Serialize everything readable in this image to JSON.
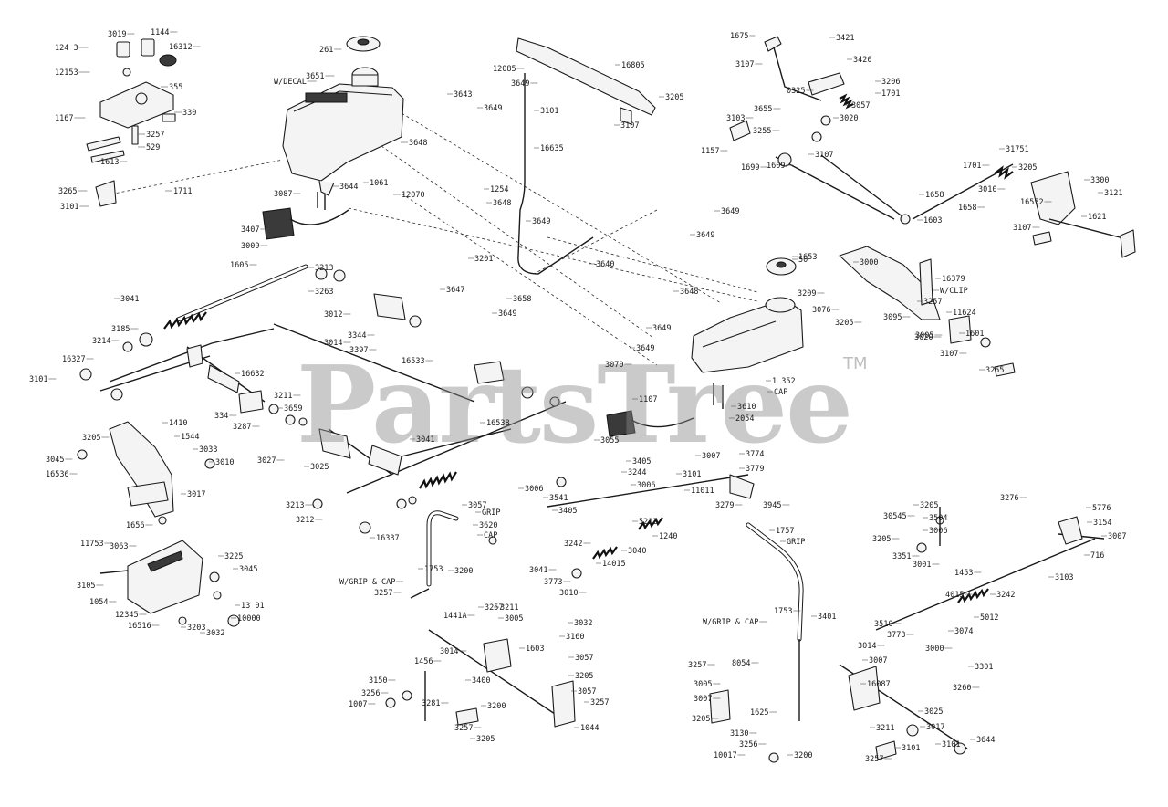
{
  "watermark": {
    "text": "PartsTree",
    "tm": "TM"
  },
  "labels": [
    {
      "id": "l1",
      "text": "3019"
    },
    {
      "id": "l2",
      "text": "1144"
    },
    {
      "id": "l3",
      "text": "124 3"
    },
    {
      "id": "l4",
      "text": "16312"
    },
    {
      "id": "l5",
      "text": "12153"
    },
    {
      "id": "l6",
      "text": "355"
    },
    {
      "id": "l7",
      "text": "1167"
    },
    {
      "id": "l8",
      "text": "330"
    },
    {
      "id": "l9",
      "text": "3257"
    },
    {
      "id": "l10",
      "text": "529"
    },
    {
      "id": "l11",
      "text": "1613"
    },
    {
      "id": "l12",
      "text": "3265"
    },
    {
      "id": "l13",
      "text": "3101"
    },
    {
      "id": "l14",
      "text": "1711"
    },
    {
      "id": "l15",
      "text": "261"
    },
    {
      "id": "l16",
      "text": "W/DECAL"
    },
    {
      "id": "l17",
      "text": "3651"
    },
    {
      "id": "l18",
      "text": "3644"
    },
    {
      "id": "l19",
      "text": "1061"
    },
    {
      "id": "l20",
      "text": "3087"
    },
    {
      "id": "l21",
      "text": "12070"
    },
    {
      "id": "l22",
      "text": "3407"
    },
    {
      "id": "l23",
      "text": "3009"
    },
    {
      "id": "l24",
      "text": "12085"
    },
    {
      "id": "l25",
      "text": "3649"
    },
    {
      "id": "l26",
      "text": "3101"
    },
    {
      "id": "l27",
      "text": "16635"
    },
    {
      "id": "l28",
      "text": "3643"
    },
    {
      "id": "l29",
      "text": "3649"
    },
    {
      "id": "l30",
      "text": "3648"
    },
    {
      "id": "l31",
      "text": "16805"
    },
    {
      "id": "l32",
      "text": "3205"
    },
    {
      "id": "l33",
      "text": "3107"
    },
    {
      "id": "l34",
      "text": "1254"
    },
    {
      "id": "l35",
      "text": "3648"
    },
    {
      "id": "l36",
      "text": "3649"
    },
    {
      "id": "l37",
      "text": "1675"
    },
    {
      "id": "l38",
      "text": "3421"
    },
    {
      "id": "l39",
      "text": "3107"
    },
    {
      "id": "l40",
      "text": "3420"
    },
    {
      "id": "l41",
      "text": "3206"
    },
    {
      "id": "l42",
      "text": "0325"
    },
    {
      "id": "l43",
      "text": "1701"
    },
    {
      "id": "l44",
      "text": "3057"
    },
    {
      "id": "l45",
      "text": "3655"
    },
    {
      "id": "l46",
      "text": "3020"
    },
    {
      "id": "l47",
      "text": "3103"
    },
    {
      "id": "l48",
      "text": "3255"
    },
    {
      "id": "l49",
      "text": "1157"
    },
    {
      "id": "l50",
      "text": "1699"
    },
    {
      "id": "l51",
      "text": "1609"
    },
    {
      "id": "l52",
      "text": "3107"
    },
    {
      "id": "l53",
      "text": "1658"
    },
    {
      "id": "l54",
      "text": "31751"
    },
    {
      "id": "l55",
      "text": "1701"
    },
    {
      "id": "l56",
      "text": "3205"
    },
    {
      "id": "l57",
      "text": "3010"
    },
    {
      "id": "l58",
      "text": "3300"
    },
    {
      "id": "l59",
      "text": "16552"
    },
    {
      "id": "l60",
      "text": "3121"
    },
    {
      "id": "l61",
      "text": "1658"
    },
    {
      "id": "l62",
      "text": "1603"
    },
    {
      "id": "l63",
      "text": "1621"
    },
    {
      "id": "l64",
      "text": "3107"
    },
    {
      "id": "l65",
      "text": "1605"
    },
    {
      "id": "l66",
      "text": "3213"
    },
    {
      "id": "l67",
      "text": "3263"
    },
    {
      "id": "l68",
      "text": "3201"
    },
    {
      "id": "l69",
      "text": "3647"
    },
    {
      "id": "l70",
      "text": "3658"
    },
    {
      "id": "l71",
      "text": "3649"
    },
    {
      "id": "l72",
      "text": "3640"
    },
    {
      "id": "l73",
      "text": "3648"
    },
    {
      "id": "l74",
      "text": "3649"
    },
    {
      "id": "l75",
      "text": "1653"
    },
    {
      "id": "l76",
      "text": "3649"
    },
    {
      "id": "l77",
      "text": "3649"
    },
    {
      "id": "l78",
      "text": "50"
    },
    {
      "id": "l79",
      "text": "3000"
    },
    {
      "id": "l80",
      "text": "3209"
    },
    {
      "id": "l81",
      "text": "16379"
    },
    {
      "id": "l82",
      "text": "W/CLIP"
    },
    {
      "id": "l83",
      "text": "3257"
    },
    {
      "id": "l84",
      "text": "3076"
    },
    {
      "id": "l85",
      "text": "3205"
    },
    {
      "id": "l86",
      "text": "3095"
    },
    {
      "id": "l87",
      "text": "3020"
    },
    {
      "id": "l88",
      "text": "11624"
    },
    {
      "id": "l89",
      "text": "3005"
    },
    {
      "id": "l90",
      "text": "1601"
    },
    {
      "id": "l91",
      "text": "3107"
    },
    {
      "id": "l92",
      "text": "3255"
    },
    {
      "id": "l93",
      "text": "3041"
    },
    {
      "id": "l94",
      "text": "3185"
    },
    {
      "id": "l95",
      "text": "3214"
    },
    {
      "id": "l96",
      "text": "16327"
    },
    {
      "id": "l97",
      "text": "3101"
    },
    {
      "id": "l98",
      "text": "3012"
    },
    {
      "id": "l99",
      "text": "3014"
    },
    {
      "id": "l100",
      "text": "3344"
    },
    {
      "id": "l101",
      "text": "3397"
    },
    {
      "id": "l102",
      "text": "16533"
    },
    {
      "id": "l103",
      "text": "16632"
    },
    {
      "id": "l104",
      "text": "3211"
    },
    {
      "id": "l105",
      "text": "334"
    },
    {
      "id": "l106",
      "text": "3287"
    },
    {
      "id": "l107",
      "text": "3659"
    },
    {
      "id": "l108",
      "text": "3070"
    },
    {
      "id": "l109",
      "text": "3649"
    },
    {
      "id": "l110",
      "text": "1 352"
    },
    {
      "id": "l111",
      "text": "CAP"
    },
    {
      "id": "l112",
      "text": "1107"
    },
    {
      "id": "l113",
      "text": "3610"
    },
    {
      "id": "l114",
      "text": "2054"
    },
    {
      "id": "l115",
      "text": "3055"
    },
    {
      "id": "l116",
      "text": "3205"
    },
    {
      "id": "l117",
      "text": "1410"
    },
    {
      "id": "l118",
      "text": "1544"
    },
    {
      "id": "l119",
      "text": "3033"
    },
    {
      "id": "l120",
      "text": "3010"
    },
    {
      "id": "l121",
      "text": "3045"
    },
    {
      "id": "l122",
      "text": "16536"
    },
    {
      "id": "l123",
      "text": "3017"
    },
    {
      "id": "l124",
      "text": "1656"
    },
    {
      "id": "l125",
      "text": "3027"
    },
    {
      "id": "l126",
      "text": "3025"
    },
    {
      "id": "l127",
      "text": "16538"
    },
    {
      "id": "l128",
      "text": "3041"
    },
    {
      "id": "l129",
      "text": "3007"
    },
    {
      "id": "l130",
      "text": "3774"
    },
    {
      "id": "l131",
      "text": "3779"
    },
    {
      "id": "l132",
      "text": "3405"
    },
    {
      "id": "l133",
      "text": "3244"
    },
    {
      "id": "l134",
      "text": "3006"
    },
    {
      "id": "l135",
      "text": "3006"
    },
    {
      "id": "l136",
      "text": "3541"
    },
    {
      "id": "l137",
      "text": "3405"
    },
    {
      "id": "l138",
      "text": "3101"
    },
    {
      "id": "l139",
      "text": "11011"
    },
    {
      "id": "l140",
      "text": "3279"
    },
    {
      "id": "l141",
      "text": "3213"
    },
    {
      "id": "l142",
      "text": "3212"
    },
    {
      "id": "l143",
      "text": "16337"
    },
    {
      "id": "l144",
      "text": "3057"
    },
    {
      "id": "l145",
      "text": "GRIP"
    },
    {
      "id": "l146",
      "text": "3620"
    },
    {
      "id": "l147",
      "text": "CAP"
    },
    {
      "id": "l148",
      "text": "5212"
    },
    {
      "id": "l149",
      "text": "1240"
    },
    {
      "id": "l150",
      "text": "3242"
    },
    {
      "id": "l151",
      "text": "3040"
    },
    {
      "id": "l152",
      "text": "14015"
    },
    {
      "id": "l153",
      "text": "3041"
    },
    {
      "id": "l154",
      "text": "3773"
    },
    {
      "id": "l155",
      "text": "3010"
    },
    {
      "id": "l156",
      "text": "3257"
    },
    {
      "id": "l157",
      "text": "1757"
    },
    {
      "id": "l158",
      "text": "GRIP"
    },
    {
      "id": "l159",
      "text": "3945"
    },
    {
      "id": "l160",
      "text": "3063"
    },
    {
      "id": "l161",
      "text": "11753"
    },
    {
      "id": "l162",
      "text": "3225"
    },
    {
      "id": "l163",
      "text": "3045"
    },
    {
      "id": "l164",
      "text": "3105"
    },
    {
      "id": "l165",
      "text": "1054"
    },
    {
      "id": "l166",
      "text": "12345"
    },
    {
      "id": "l167",
      "text": "16516"
    },
    {
      "id": "l168",
      "text": "3032"
    },
    {
      "id": "l169",
      "text": "13 01"
    },
    {
      "id": "l170",
      "text": "10000"
    },
    {
      "id": "l171",
      "text": "3203"
    },
    {
      "id": "l172",
      "text": "1753"
    },
    {
      "id": "l173",
      "text": "W/GRIP & CAP"
    },
    {
      "id": "l174",
      "text": "3200"
    },
    {
      "id": "l175",
      "text": "3257"
    },
    {
      "id": "l176",
      "text": "1441A"
    },
    {
      "id": "l177",
      "text": "3211"
    },
    {
      "id": "l178",
      "text": "3005"
    },
    {
      "id": "l179",
      "text": "3032"
    },
    {
      "id": "l180",
      "text": "3160"
    },
    {
      "id": "l181",
      "text": "1456"
    },
    {
      "id": "l182",
      "text": "3014"
    },
    {
      "id": "l183",
      "text": "1603"
    },
    {
      "id": "l184",
      "text": "3057"
    },
    {
      "id": "l185",
      "text": "3205"
    },
    {
      "id": "l186",
      "text": "3150"
    },
    {
      "id": "l187",
      "text": "3400"
    },
    {
      "id": "l188",
      "text": "3256"
    },
    {
      "id": "l189",
      "text": "3281"
    },
    {
      "id": "l190",
      "text": "1007"
    },
    {
      "id": "l191",
      "text": "3200"
    },
    {
      "id": "l192",
      "text": "3057"
    },
    {
      "id": "l193",
      "text": "3257"
    },
    {
      "id": "l194",
      "text": "3257"
    },
    {
      "id": "l195",
      "text": "1044"
    },
    {
      "id": "l196",
      "text": "3205"
    },
    {
      "id": "l197",
      "text": "3276"
    },
    {
      "id": "l198",
      "text": "3205"
    },
    {
      "id": "l199",
      "text": "5776"
    },
    {
      "id": "l200",
      "text": "3154"
    },
    {
      "id": "l201",
      "text": "3007"
    },
    {
      "id": "l202",
      "text": "716"
    },
    {
      "id": "l203",
      "text": "30545"
    },
    {
      "id": "l204",
      "text": "3504"
    },
    {
      "id": "l205",
      "text": "3006"
    },
    {
      "id": "l206",
      "text": "3205"
    },
    {
      "id": "l207",
      "text": "3351"
    },
    {
      "id": "l208",
      "text": "3001"
    },
    {
      "id": "l209",
      "text": "1453"
    },
    {
      "id": "l210",
      "text": "3103"
    },
    {
      "id": "l211",
      "text": "4015"
    },
    {
      "id": "l212",
      "text": "3242"
    },
    {
      "id": "l213",
      "text": "3510"
    },
    {
      "id": "l214",
      "text": "5012"
    },
    {
      "id": "l215",
      "text": "3773"
    },
    {
      "id": "l216",
      "text": "3074"
    },
    {
      "id": "l217",
      "text": "3000"
    },
    {
      "id": "l218",
      "text": "1753"
    },
    {
      "id": "l219",
      "text": "W/GRIP & CAP"
    },
    {
      "id": "l220",
      "text": "3401"
    },
    {
      "id": "l221",
      "text": "3014"
    },
    {
      "id": "l222",
      "text": "3007"
    },
    {
      "id": "l223",
      "text": "3301"
    },
    {
      "id": "l224",
      "text": "8054"
    },
    {
      "id": "l225",
      "text": "3257"
    },
    {
      "id": "l226",
      "text": "3005"
    },
    {
      "id": "l227",
      "text": "16087"
    },
    {
      "id": "l228",
      "text": "3007"
    },
    {
      "id": "l229",
      "text": "3205"
    },
    {
      "id": "l230",
      "text": "3260"
    },
    {
      "id": "l231",
      "text": "1625"
    },
    {
      "id": "l232",
      "text": "3025"
    },
    {
      "id": "l233",
      "text": "3130"
    },
    {
      "id": "l234",
      "text": "3256"
    },
    {
      "id": "l235",
      "text": "10017"
    },
    {
      "id": "l236",
      "text": "3200"
    },
    {
      "id": "l237",
      "text": "3211"
    },
    {
      "id": "l238",
      "text": "3017"
    },
    {
      "id": "l239",
      "text": "3257"
    },
    {
      "id": "l240",
      "text": "3101"
    },
    {
      "id": "l241",
      "text": "3644"
    },
    {
      "id": "l242",
      "text": "3101"
    }
  ]
}
